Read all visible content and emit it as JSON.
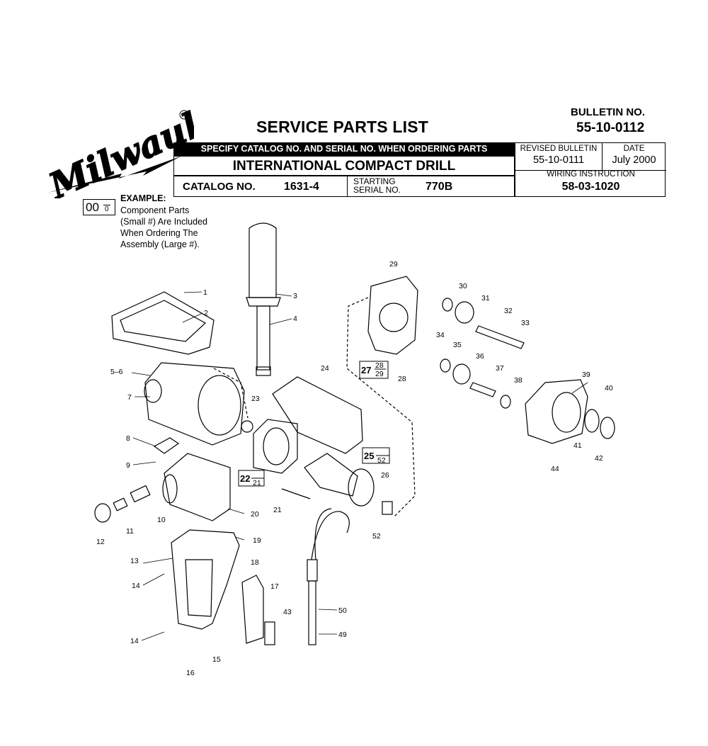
{
  "brand": {
    "logo_text": "Milwaukee"
  },
  "header": {
    "title": "SERVICE PARTS LIST",
    "bulletin_label": "BULLETIN NO.",
    "bulletin_no": "55-10-0112",
    "instruction_bar": "SPECIFY CATALOG NO. AND SERIAL NO. WHEN ORDERING PARTS",
    "product_name": "INTERNATIONAL COMPACT DRILL",
    "catalog_label": "CATALOG NO.",
    "catalog_no": "1631-4",
    "starting_label_1": "STARTING",
    "starting_label_2": "SERIAL NO.",
    "serial_no": "770B",
    "revised_label": "REVISED BULLETIN",
    "revised_no": "55-10-0111",
    "date_label": "DATE",
    "date_value": "July 2000",
    "wiring_label": "WIRING INSTRUCTION",
    "wiring_no": "58-03-1020"
  },
  "example": {
    "big": "00",
    "small": "0",
    "title": "EXAMPLE:",
    "lines": [
      "Component Parts",
      "(Small #) Are Included",
      "When Ordering The",
      "Assembly (Large #)."
    ]
  },
  "parts": {
    "p1": "1",
    "p2": "2",
    "p3": "3",
    "p4": "4",
    "p5_6": "5–6",
    "p7": "7",
    "p8": "8",
    "p9": "9",
    "p10": "10",
    "p11": "11",
    "p12": "12",
    "p13": "13",
    "p14a": "14",
    "p14b": "14",
    "p15": "15",
    "p16": "16",
    "p17": "17",
    "p18": "18",
    "p19": "19",
    "p20": "20",
    "p21": "21",
    "p23": "23",
    "p24": "24",
    "p26": "26",
    "p28": "28",
    "p29": "29",
    "p30": "30",
    "p31": "31",
    "p32": "32",
    "p33": "33",
    "p34": "34",
    "p35": "35",
    "p36": "36",
    "p37": "37",
    "p38": "38",
    "p39": "39",
    "p40": "40",
    "p41": "41",
    "p42": "42",
    "p43": "43",
    "p44": "44",
    "p49": "49",
    "p50": "50",
    "p52": "52"
  },
  "assemblies": {
    "a22": {
      "big": "22",
      "small": "21"
    },
    "a25": {
      "big": "25",
      "small": "52"
    },
    "a27": {
      "big": "27",
      "small_1": "28",
      "small_2": "29"
    }
  }
}
